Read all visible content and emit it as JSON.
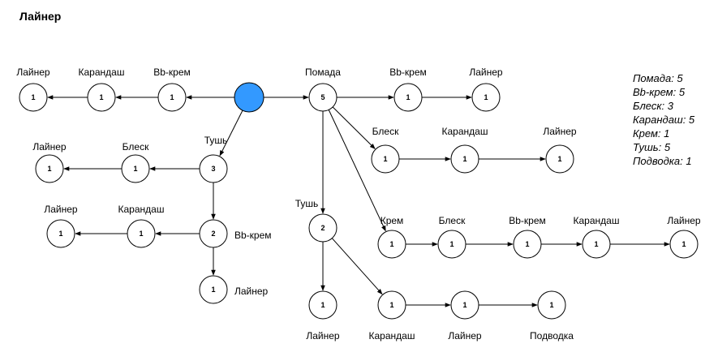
{
  "title": "Лайнер",
  "colors": {
    "root": "#3399ff"
  },
  "legend": [
    "Помада: 5",
    "Bb-крем: 5",
    "Блеск: 3",
    "Карандаш: 5",
    "Крем: 1",
    "Тушь: 5",
    "Подводка: 1"
  ],
  "nodes": [
    {
      "id": "root",
      "label": "",
      "count": ""
    },
    {
      "id": "l_bb",
      "label": "Bb-крем",
      "count": "1"
    },
    {
      "id": "l_kar",
      "label": "Карандаш",
      "count": "1"
    },
    {
      "id": "l_lay",
      "label": "Лайнер",
      "count": "1"
    },
    {
      "id": "tush",
      "label": "Тушь",
      "count": "3"
    },
    {
      "id": "t_blesk",
      "label": "Блеск",
      "count": "1"
    },
    {
      "id": "t_bl_lay",
      "label": "Лайнер",
      "count": "1"
    },
    {
      "id": "t_bb",
      "label": "Bb-крем",
      "count": "2"
    },
    {
      "id": "t_bb_kar",
      "label": "Карандаш",
      "count": "1"
    },
    {
      "id": "t_bb_kar_lay",
      "label": "Лайнер",
      "count": "1"
    },
    {
      "id": "t_bb_lay",
      "label": "Лайнер",
      "count": "1"
    },
    {
      "id": "pom",
      "label": "Помада",
      "count": "5"
    },
    {
      "id": "p_bb",
      "label": "Bb-крем",
      "count": "1"
    },
    {
      "id": "p_bb_lay",
      "label": "Лайнер",
      "count": "1"
    },
    {
      "id": "p_blesk",
      "label": "Блеск",
      "count": "1"
    },
    {
      "id": "p_bl_kar",
      "label": "Карандаш",
      "count": "1"
    },
    {
      "id": "p_bl_kar_lay",
      "label": "Лайнер",
      "count": "1"
    },
    {
      "id": "p_krem",
      "label": "Крем",
      "count": "1"
    },
    {
      "id": "p_kr_bl",
      "label": "Блеск",
      "count": "1"
    },
    {
      "id": "p_kr_bl_bb",
      "label": "Bb-крем",
      "count": "1"
    },
    {
      "id": "p_kr_bl_bb_kar",
      "label": "Карандаш",
      "count": "1"
    },
    {
      "id": "p_kr_bl_bb_kar_lay",
      "label": "Лайнер",
      "count": "1"
    },
    {
      "id": "p_tush",
      "label": "Тушь",
      "count": "2"
    },
    {
      "id": "p_t_lay",
      "label": "Лайнер",
      "count": "1"
    },
    {
      "id": "p_t_kar",
      "label": "Карандаш",
      "count": "1"
    },
    {
      "id": "p_t_kar_lay",
      "label": "Лайнер",
      "count": "1"
    },
    {
      "id": "p_t_kar_lay_pod",
      "label": "Подводка",
      "count": "1"
    }
  ],
  "edges": [
    [
      "root",
      "l_bb"
    ],
    [
      "l_bb",
      "l_kar"
    ],
    [
      "l_kar",
      "l_lay"
    ],
    [
      "root",
      "tush"
    ],
    [
      "tush",
      "t_blesk"
    ],
    [
      "t_blesk",
      "t_bl_lay"
    ],
    [
      "tush",
      "t_bb"
    ],
    [
      "t_bb",
      "t_bb_kar"
    ],
    [
      "t_bb_kar",
      "t_bb_kar_lay"
    ],
    [
      "t_bb",
      "t_bb_lay"
    ],
    [
      "root",
      "pom"
    ],
    [
      "pom",
      "p_bb"
    ],
    [
      "p_bb",
      "p_bb_lay"
    ],
    [
      "pom",
      "p_blesk"
    ],
    [
      "p_blesk",
      "p_bl_kar"
    ],
    [
      "p_bl_kar",
      "p_bl_kar_lay"
    ],
    [
      "pom",
      "p_krem"
    ],
    [
      "p_krem",
      "p_kr_bl"
    ],
    [
      "p_kr_bl",
      "p_kr_bl_bb"
    ],
    [
      "p_kr_bl_bb",
      "p_kr_bl_bb_kar"
    ],
    [
      "p_kr_bl_bb_kar",
      "p_kr_bl_bb_kar_lay"
    ],
    [
      "pom",
      "p_tush"
    ],
    [
      "p_tush",
      "p_t_lay"
    ],
    [
      "p_tush",
      "p_t_kar"
    ],
    [
      "p_t_kar",
      "p_t_kar_lay"
    ],
    [
      "p_t_kar_lay",
      "p_t_kar_lay_pod"
    ]
  ]
}
